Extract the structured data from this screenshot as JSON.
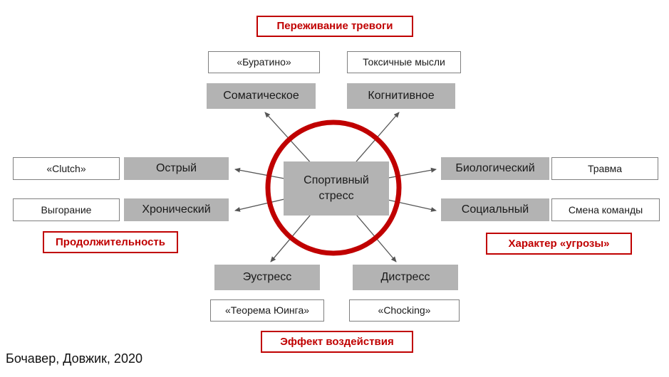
{
  "colors": {
    "accent_red": "#c00000",
    "node_gray": "#b3b3b3",
    "example_border_gray": "#7f7f7f",
    "arrow_gray": "#555555"
  },
  "center": {
    "label": "Спортивный стресс"
  },
  "axes": {
    "anxiety": {
      "category": "Переживание тревоги",
      "items": [
        {
          "type": "Соматическое",
          "example": "«Буратино»"
        },
        {
          "type": "Когнитивное",
          "example": "Токсичные мысли"
        }
      ]
    },
    "duration": {
      "category": "Продолжительность",
      "items": [
        {
          "type": "Острый",
          "example": "«Clutch»"
        },
        {
          "type": "Хронический",
          "example": "Выгорание"
        }
      ]
    },
    "threat": {
      "category": "Характер «угрозы»",
      "items": [
        {
          "type": "Биологический",
          "example": "Травма"
        },
        {
          "type": "Социальный",
          "example": "Смена команды"
        }
      ]
    },
    "effect": {
      "category": "Эффект воздействия",
      "items": [
        {
          "type": "Эустресс",
          "example": "«Теорема Юинга»"
        },
        {
          "type": "Дистресс",
          "example": "«Chocking»"
        }
      ]
    }
  },
  "citation": "Бочавер, Довжик, 2020"
}
